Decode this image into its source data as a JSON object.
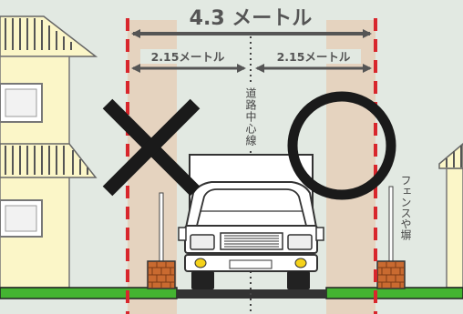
{
  "labels": {
    "total_width": "4.3 メートル",
    "half_left": "2.15メートル",
    "half_right": "2.15メートル",
    "center_line": "道路中心線",
    "fence": "フェンスや塀"
  },
  "marks": {
    "left": "cross-mark",
    "right": "circle-mark"
  },
  "colors": {
    "background": "#e2e9e2",
    "setback_band": "#e5d3bf",
    "red_dashed_line": "#d8262c",
    "arrow": "#555555",
    "ground_green": "#44b431",
    "house_wall": "#fbf6c8",
    "brick": "#c96a30",
    "mark_black": "#1a1a1a"
  }
}
